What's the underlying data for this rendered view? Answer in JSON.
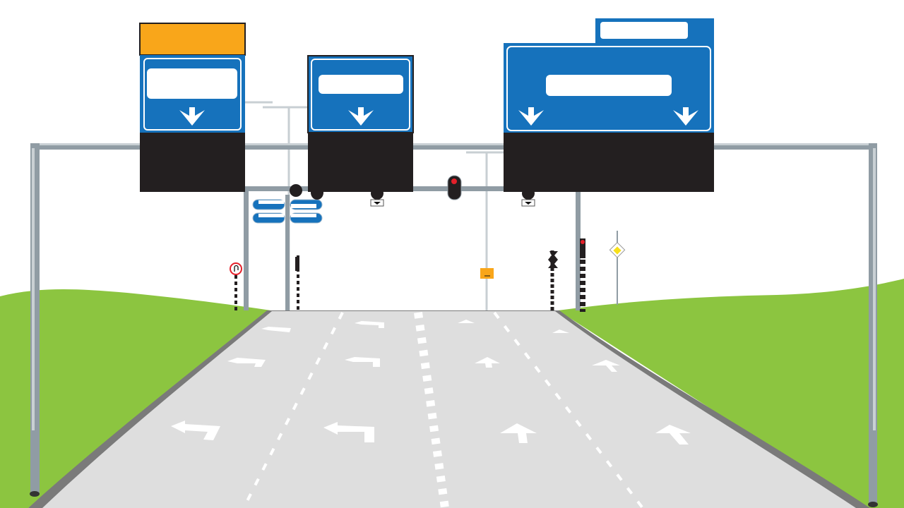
{
  "scene": {
    "colors": {
      "sky": "#ffffff",
      "grass": "#8cc540",
      "road": "#dedede",
      "road_edge": "#7a7a7a",
      "gantry": "#909ca4",
      "sign_blue": "#1672bc",
      "sign_orange": "#f9a61a",
      "sign_back": "#231f20",
      "signal_red": "#e4202a"
    },
    "overhead_signs": [
      "lane-sign-left",
      "lane-sign-center",
      "lane-sign-right"
    ],
    "lane_arrows": [
      "left-turn",
      "left-turn",
      "straight",
      "straight"
    ]
  }
}
